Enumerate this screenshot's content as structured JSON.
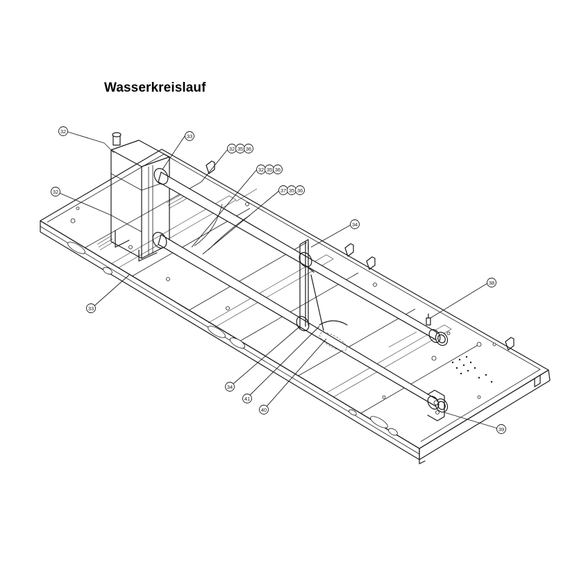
{
  "title": "Wasserkreislauf",
  "callouts": [
    {
      "id": "c32a",
      "labels": [
        "32"
      ]
    },
    {
      "id": "c33a",
      "labels": [
        "33"
      ]
    },
    {
      "id": "c323536a",
      "labels": [
        "32",
        "35",
        "36"
      ]
    },
    {
      "id": "c323536b",
      "labels": [
        "32",
        "35",
        "36"
      ]
    },
    {
      "id": "c373536",
      "labels": [
        "37",
        "35",
        "36"
      ]
    },
    {
      "id": "c32b",
      "labels": [
        "32"
      ]
    },
    {
      "id": "c34a",
      "labels": [
        "34"
      ]
    },
    {
      "id": "c38",
      "labels": [
        "38"
      ]
    },
    {
      "id": "c33b",
      "labels": [
        "33"
      ]
    },
    {
      "id": "c34b",
      "labels": [
        "34"
      ]
    },
    {
      "id": "c41",
      "labels": [
        "41"
      ]
    },
    {
      "id": "c40",
      "labels": [
        "40"
      ]
    },
    {
      "id": "c39",
      "labels": [
        "39"
      ]
    }
  ]
}
